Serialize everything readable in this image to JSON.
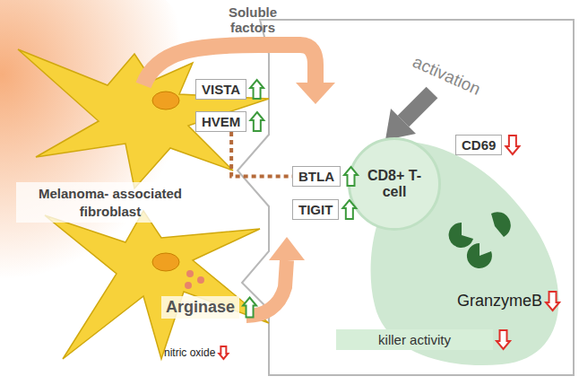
{
  "diagram": {
    "nodes": [
      {
        "text": [
          "VISTA"
        ]
      },
      {
        "text": [
          "HVEM"
        ]
      },
      {
        "text": [
          "BTLA"
        ]
      },
      {
        "text": [
          "TIGIT"
        ]
      },
      {
        "text": [
          "CD8+ T-cell"
        ]
      },
      {
        "text": [
          "CD69"
        ]
      },
      {
        "text": [
          "Melanoma- associated fibroblast"
        ]
      },
      {
        "text": [
          "Arginase"
        ]
      },
      {
        "text": [
          "killer activity"
        ]
      }
    ],
    "edges": [
      {
        "from": 1,
        "to": 2,
        "arrow": "none"
      }
    ],
    "labels": [
      "Soluble factors",
      "activation",
      "GranzymeB",
      "nitric oxide"
    ]
  }
}
